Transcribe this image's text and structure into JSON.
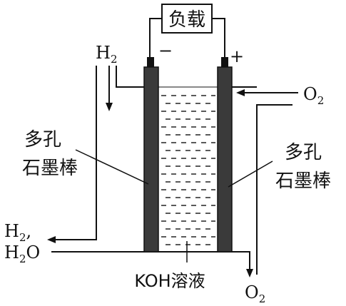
{
  "load": {
    "label": "负载"
  },
  "electrodes": {
    "negative_sign": "−",
    "positive_sign": "+",
    "left_label_line1": "多孔",
    "left_label_line2": "石墨棒",
    "right_label_line1": "多孔",
    "right_label_line2": "石墨棒"
  },
  "gases": {
    "h2_in": {
      "base": "H",
      "sub": "2"
    },
    "o2_in": {
      "base": "O",
      "sub": "2"
    },
    "h2_out_line1": {
      "base": "H",
      "sub": "2",
      "suffix": ","
    },
    "h2_out_line2": {
      "base": "H",
      "sub": "2",
      "suffix": "O"
    },
    "o2_out": {
      "base": "O",
      "sub": "2"
    }
  },
  "electrolyte": {
    "label": "KOH溶液"
  },
  "colors": {
    "electrode": "#3a3a3a",
    "line": "#111111",
    "background": "#ffffff"
  }
}
